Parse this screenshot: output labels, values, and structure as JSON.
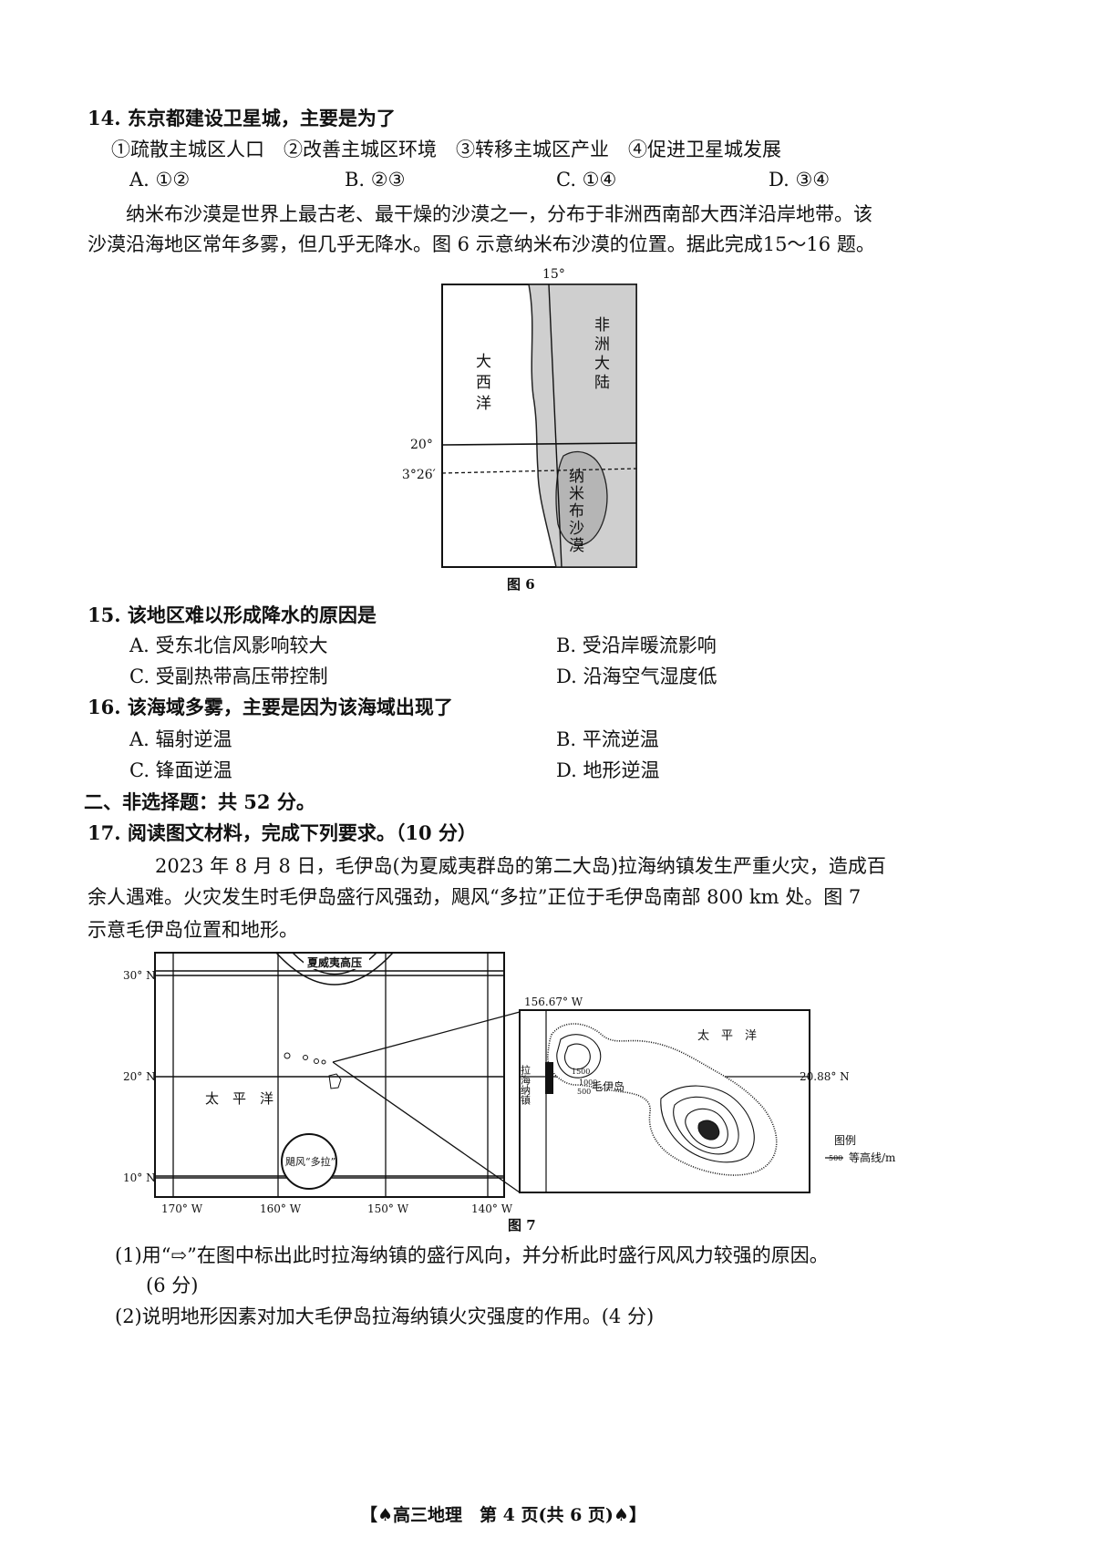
{
  "q14": {
    "stem": "14. 东京都建设卫星城，主要是为了",
    "items": "①疏散主城区人口　②改善主城区环境　③转移主城区产业　④促进卫星城发展",
    "A": "A. ①②",
    "B": "B. ②③",
    "C": "C. ①④",
    "D": "D. ③④"
  },
  "passage1": {
    "line1": "纳米布沙漠是世界上最古老、最干燥的沙漠之一，分布于非洲西南部大西洋沿岸地带。该",
    "line2": "沙漠沿海地区常年多雾，但几乎无降水。图 6 示意纳米布沙漠的位置。据此完成15～16 题。"
  },
  "fig6": {
    "lon_label": "15°",
    "lat20": "20°",
    "lat2326": "23°26′",
    "ocean": "大西洋",
    "continent": "非洲大陆",
    "desert": "纳米布沙漠",
    "caption": "图 6"
  },
  "q15": {
    "stem": "15. 该地区难以形成降水的原因是",
    "A": "A. 受东北信风影响较大",
    "B": "B. 受沿岸暖流影响",
    "C": "C. 受副热带高压带控制",
    "D": "D. 沿海空气湿度低"
  },
  "q16": {
    "stem": "16. 该海域多雾，主要是因为该海域出现了",
    "A": "A. 辐射逆温",
    "B": "B. 平流逆温",
    "C": "C. 锋面逆温",
    "D": "D. 地形逆温"
  },
  "section2": "二、非选择题：共 52 分。",
  "q17": {
    "stem": "17. 阅读图文材料，完成下列要求。（10 分）",
    "p1": "2023 年 8 月 8 日，毛伊岛(为夏威夷群岛的第二大岛)拉海纳镇发生严重火灾，造成百",
    "p2": "余人遇难。火灾发生时毛伊岛盛行风强劲，飓风“多拉”正位于毛伊岛南部 800 km 处。图 7",
    "p3": "示意毛伊岛位置和地形。",
    "sub1a": "(1)用“⇨”在图中标出此时拉海纳镇的盛行风向，并分析此时盛行风风力较强的原因。",
    "sub1b": "(6 分)",
    "sub2": "(2)说明地形因素对加大毛伊岛拉海纳镇火灾强度的作用。(4 分)"
  },
  "fig7": {
    "high": "夏威夷高压",
    "lat30": "30° N",
    "lat20": "20° N",
    "lat10": "10° N",
    "lon170": "170° W",
    "lon160": "160° W",
    "lon150": "150° W",
    "lon140": "140° W",
    "ocean": "太　平　洋",
    "hurricane": "飓风“多拉”",
    "inset_lon": "156.67° W",
    "inset_lat": "20.88° N",
    "inset_ocean": "太　平　洋",
    "island": "毛伊岛",
    "town": "拉海纳镇",
    "c1500": "1500",
    "c1000": "1000",
    "c500": "500",
    "legend_title": "图例",
    "legend_sample": "500",
    "legend_text": "等高线/m",
    "caption": "图 7"
  },
  "footer": "【♠高三地理　第 4 页(共 6 页)♠】"
}
